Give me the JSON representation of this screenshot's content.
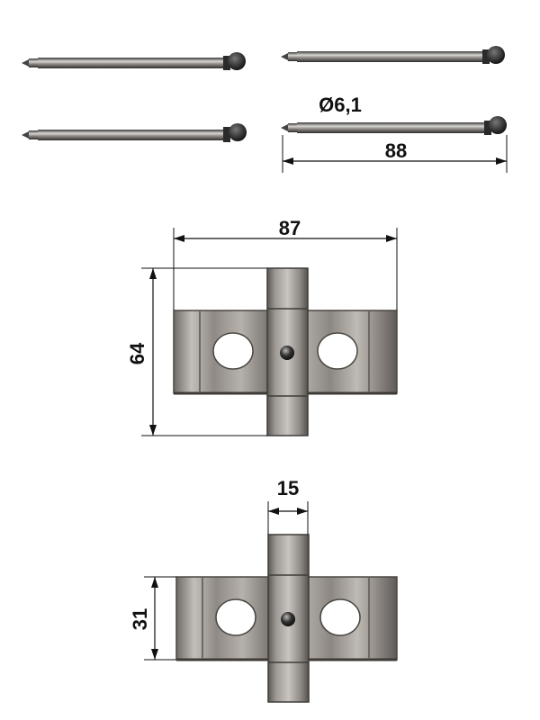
{
  "dimensions": {
    "pin_diameter": "Ø6,1",
    "pin_length": "88",
    "clip_width": "87",
    "clip_height": "64",
    "clip2_tab_width": "15",
    "clip2_height": "31"
  },
  "colors": {
    "metal_dark": "#4a4a4a",
    "metal_mid": "#8a8580",
    "metal_light": "#c9c5c0",
    "pin_tip": "#1a1a1a",
    "line": "#111111"
  }
}
